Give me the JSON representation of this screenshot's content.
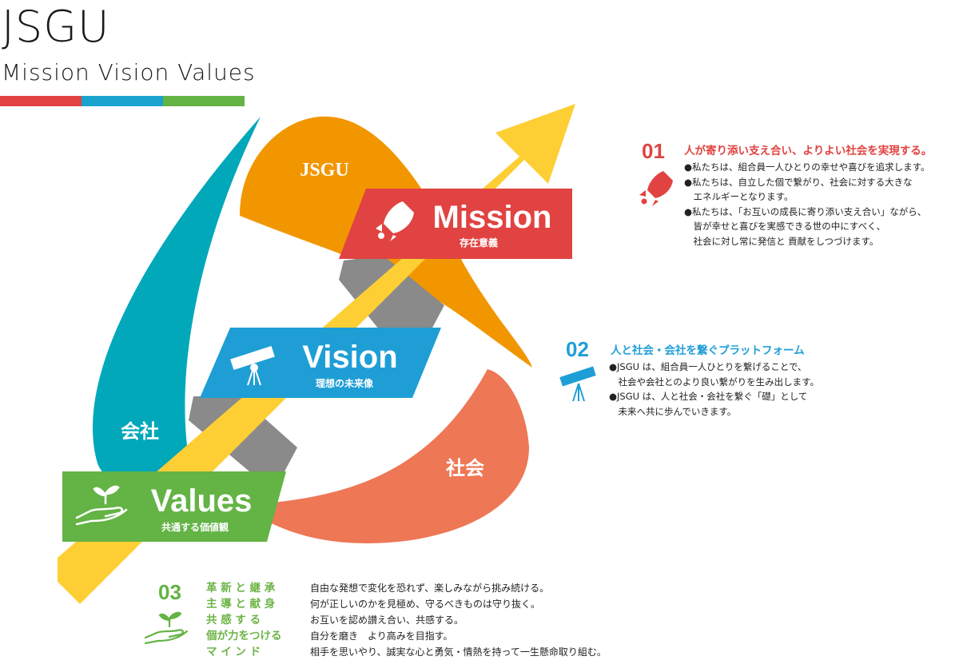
{
  "header": {
    "brand": "JSGU",
    "tagline": "Mission  Vision  Values",
    "stripe_colors": [
      "#e04341",
      "#1aa3cf",
      "#63b345"
    ]
  },
  "colors": {
    "mission": "#e04341",
    "vision": "#1f9ed6",
    "values": "#63b345",
    "arrow": "#fecf35",
    "jsgu_orange": "#f29600",
    "company_teal": "#00a8ba",
    "society_coral": "#ee7755",
    "connector_gray": "#8a8a8a"
  },
  "diagram": {
    "jsgu_label": "JSGU",
    "company_label": "会社",
    "society_label": "社会",
    "mission": {
      "title": "Mission",
      "subtitle": "存在意義",
      "icon": "rocket-icon"
    },
    "vision": {
      "title": "Vision",
      "subtitle": "理想の未来像",
      "icon": "telescope-icon"
    },
    "values": {
      "title": "Values",
      "subtitle": "共通する価値観",
      "icon": "sprout-in-hand-icon"
    }
  },
  "sections": {
    "s01": {
      "number": "01",
      "icon": "rocket-icon",
      "title": "人が寄り添い支え合い、よりよい社会を実現する。",
      "bullets": [
        "●私たちは、組合員一人ひとりの幸せや喜びを追求します。",
        "●私たちは、自立した個で繋がり、社会に対する大きな",
        "　エネルギーとなります。",
        "●私たちは、「お互いの成長に寄り添い支え合い」ながら、",
        "　皆が幸せと喜びを実感できる世の中にすべく、",
        "　社会に対し常に発信と 貢献をしつづけます。"
      ]
    },
    "s02": {
      "number": "02",
      "icon": "telescope-icon",
      "title": "人と社会・会社を繋ぐプラットフォーム",
      "bullets": [
        "●JSGU は、組合員一人ひとりを繋げることで、",
        "　社会や会社とのより良い繋がりを生み出します。",
        "●JSGU は、人と社会・会社を繋ぐ「礎」として",
        "　未来へ共に歩んでいきます。"
      ]
    },
    "s03": {
      "number": "03",
      "icon": "sprout-in-hand-icon",
      "rows": [
        {
          "key": "革 新 と 継 承",
          "desc": "自由な発想で変化を恐れず、楽しみながら挑み続ける。"
        },
        {
          "key": "主 導 と 献 身",
          "desc": "何が正しいのかを見極め、守るべきものは守り抜く。"
        },
        {
          "key": "共 感 す る",
          "desc": "お互いを認め讃え合い、共感する。"
        },
        {
          "key": "個が力をつける",
          "desc": "自分を磨き　より高みを目指す。"
        },
        {
          "key": "マ イ ン ド",
          "desc": "相手を思いやり、誠実な心と勇気・情熱を持って一生懸命取り組む。"
        }
      ]
    }
  }
}
